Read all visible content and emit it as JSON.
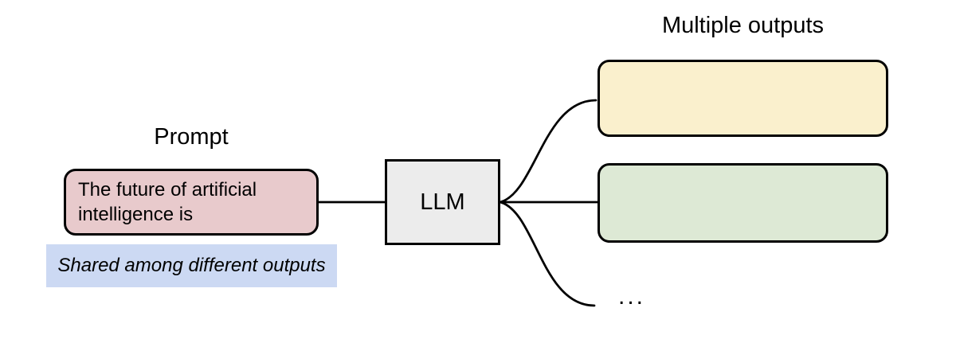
{
  "diagram": {
    "prompt_label": "Prompt",
    "prompt_text": "The future of artificial intelligence is",
    "shared_note": "Shared among different outputs",
    "llm_label": "LLM",
    "outputs_label": "Multiple outputs",
    "ellipsis": "...",
    "output_boxes": [
      {
        "name": "output-1",
        "fill": "#faf0cd",
        "text": ""
      },
      {
        "name": "output-2",
        "fill": "#dde9d5",
        "text": ""
      }
    ],
    "colors": {
      "prompt_fill": "#e8cacc",
      "note_highlight": "#ccd9f3",
      "llm_fill": "#ececec",
      "output1_fill": "#faf0cd",
      "output2_fill": "#dde9d5",
      "stroke": "#000000"
    }
  }
}
